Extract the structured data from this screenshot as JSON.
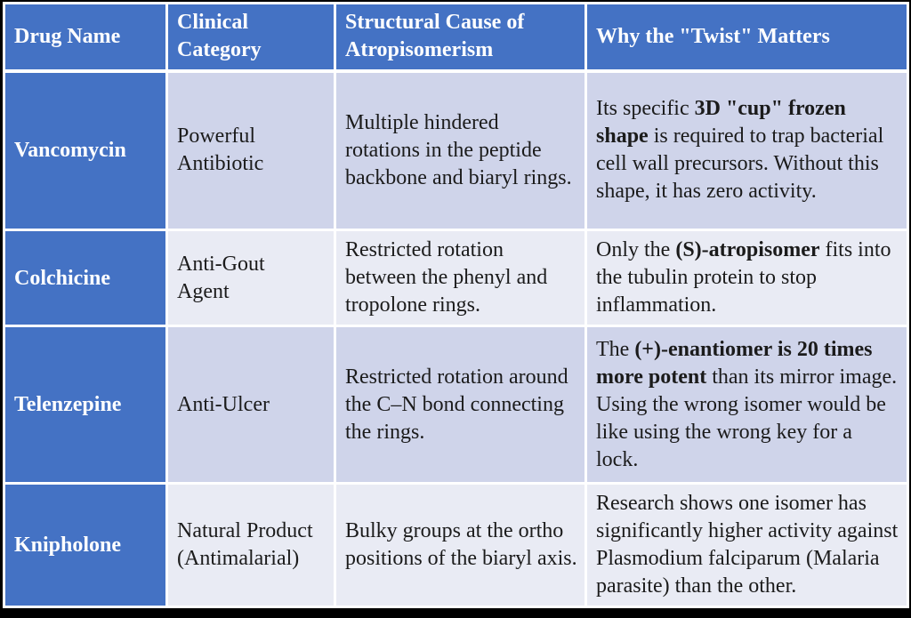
{
  "table": {
    "columns": [
      "Drug Name",
      "Clinical Category",
      "Structural Cause of Atropisomerism",
      "Why the \"Twist\" Matters"
    ],
    "rows": [
      {
        "drug": "Vancomycin",
        "category": "Powerful\nAntibiotic",
        "cause": "Multiple hindered rotations in the peptide backbone and biaryl rings.",
        "why": [
          {
            "text": "Its specific ",
            "bold": false
          },
          {
            "text": "3D \"cup\" frozen shape",
            "bold": true
          },
          {
            "text": " is required to trap bacterial cell wall precursors. Without this shape, it has zero activity.",
            "bold": false
          }
        ]
      },
      {
        "drug": "Colchicine",
        "category": "Anti-Gout\nAgent",
        "cause": "Restricted rotation between the phenyl and tropolone rings.",
        "why": [
          {
            "text": "Only the ",
            "bold": false
          },
          {
            "text": "(S)-atropisomer",
            "bold": true
          },
          {
            "text": " fits into the tubulin protein to stop inflammation.",
            "bold": false
          }
        ]
      },
      {
        "drug": "Telenzepine",
        "category": "Anti-Ulcer",
        "cause": "Restricted rotation around the C–N bond connecting the rings.",
        "why": [
          {
            "text": "The ",
            "bold": false
          },
          {
            "text": "(+)-enantiomer is 20 times more potent",
            "bold": true
          },
          {
            "text": " than its mirror image. Using the wrong isomer would be like using the wrong key for a lock.",
            "bold": false
          }
        ]
      },
      {
        "drug": "Knipholone",
        "category": "Natural Product\n(Antimalarial)",
        "cause": "Bulky groups at the ortho positions of the biaryl axis.",
        "why": [
          {
            "text": "Research shows one isomer has significantly higher activity against Plasmodium falciparum (Malaria parasite) than the other.",
            "bold": false
          }
        ]
      }
    ]
  },
  "colors": {
    "header_blue": "#4472C4",
    "band_dark": "#CFD4EA",
    "band_light": "#E9EBF4",
    "border_white": "#FFFFFF",
    "frame_black": "#000000",
    "header_text": "#FFFFFF",
    "body_text": "#1B1B1B"
  }
}
